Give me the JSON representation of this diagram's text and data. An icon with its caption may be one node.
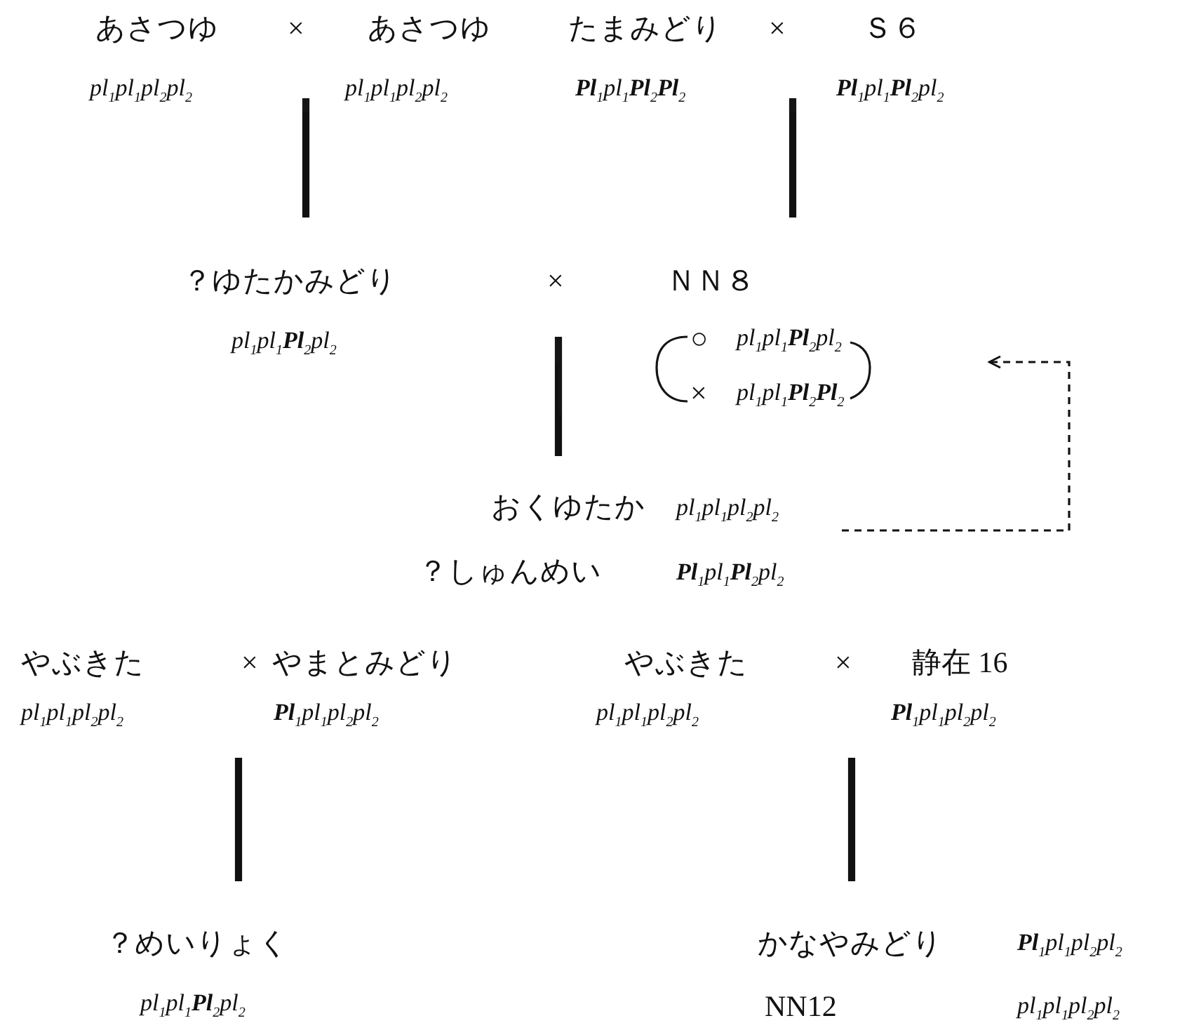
{
  "diagram": {
    "nodes": [
      {
        "text": [
          "あさつゆ",
          "pl$_{1}$pl$_{1}$pl$_{2}$pl$_{2}$"
        ]
      },
      {
        "text": [
          "あさつゆ",
          "pl$_{1}$pl$_{1}$pl$_{2}$pl$_{2}$"
        ]
      },
      {
        "text": [
          "たまみどり",
          "**Pl**$_{1}$pl$_{1}$**Pl**$_{2}$**Pl**$_{2}$"
        ]
      },
      {
        "text": [
          "Ｓ６",
          "**Pl**$_{1}$pl$_{1}$**Pl**$_{2}$pl$_{2}$"
        ]
      },
      {
        "text": [
          "？ゆたかみどり",
          "pl$_{1}$pl$_{1}$**Pl**$_{2}$pl$_{2}$"
        ]
      },
      {
        "text": [
          "ＮＮ８",
          "pl$_{1}$pl$_{1}$**Pl**$_{2}$pl$_{2}$",
          "pl$_{1}$pl$_{1}$**Pl**$_{2}$**Pl**$_{2}$"
        ]
      },
      {
        "text": [
          "おくゆたか",
          "pl$_{1}$pl$_{1}$pl$_{2}$pl$_{2}$"
        ]
      },
      {
        "text": [
          "？しゅんめい",
          "**Pl**$_{1}$pl$_{1}$**Pl**$_{2}$pl$_{2}$"
        ]
      },
      {
        "text": [
          "やぶきた",
          "pl$_{1}$pl$_{1}$pl$_{2}$pl$_{2}$"
        ]
      },
      {
        "text": [
          "やまとみどり",
          "**Pl**$_{1}$pl$_{1}$pl$_{2}$pl$_{2}$"
        ]
      },
      {
        "text": [
          "？めいりょく",
          "pl$_{1}$pl$_{1}$**Pl**$_{2}$pl$_{2}$"
        ]
      },
      {
        "text": [
          "やぶきた",
          "pl$_{1}$pl$_{1}$pl$_{2}$pl$_{2}$"
        ]
      },
      {
        "text": [
          "静在 16",
          "**Pl**$_{1}$pl$_{1}$pl$_{2}$pl$_{2}$"
        ]
      },
      {
        "text": [
          "かなやみどり",
          "**Pl**$_{1}$pl$_{1}$pl$_{2}$pl$_{2}$"
        ]
      },
      {
        "text": [
          "NN12",
          "pl$_{1}$pl$_{1}$pl$_{2}$pl$_{2}$"
        ]
      }
    ],
    "edges": [
      {
        "from": 0,
        "to": 4,
        "arrow": "none"
      },
      {
        "from": 1,
        "to": 4,
        "arrow": "none"
      },
      {
        "from": 2,
        "to": 5,
        "arrow": "none"
      },
      {
        "from": 3,
        "to": 5,
        "arrow": "none"
      },
      {
        "from": 4,
        "to": 6,
        "arrow": "none"
      },
      {
        "from": 5,
        "to": 6,
        "arrow": "none"
      },
      {
        "from": 6,
        "to": 5,
        "arrow": "to",
        "style": "dashed"
      },
      {
        "from": 8,
        "to": 10,
        "arrow": "none"
      },
      {
        "from": 9,
        "to": 10,
        "arrow": "none"
      },
      {
        "from": 11,
        "to": 13,
        "arrow": "none"
      },
      {
        "from": 12,
        "to": 13,
        "arrow": "none"
      }
    ],
    "labels": [
      "×",
      "×",
      "×",
      "○",
      "×",
      "×",
      "×"
    ]
  }
}
